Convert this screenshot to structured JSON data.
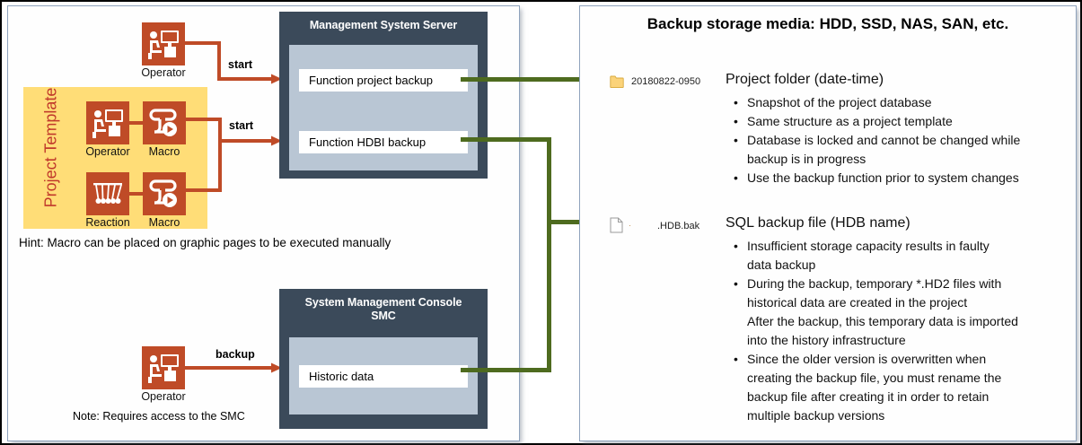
{
  "left_panel": {
    "project_template": {
      "label": "Project Template",
      "tiles": [
        {
          "icon": "operator-icon",
          "caption": "Operator"
        },
        {
          "icon": "macro-icon",
          "caption": "Macro"
        },
        {
          "icon": "reaction-icon",
          "caption": "Reaction"
        },
        {
          "icon": "macro-icon",
          "caption": "Macro"
        }
      ]
    },
    "top_operator": {
      "icon": "operator-icon",
      "caption": "Operator"
    },
    "bottom_operator": {
      "icon": "operator-icon",
      "caption": "Operator"
    },
    "arrow_labels": {
      "start_1": "start",
      "start_2": "start",
      "backup": "backup"
    },
    "hint": "Hint: Macro can be placed on graphic pages to be executed manually",
    "note": "Note: Requires access to the SMC",
    "server": {
      "title": "Management System Server",
      "functions": [
        "Function project backup",
        "Function HDBI backup"
      ]
    },
    "smc": {
      "title_line1": "System Management Console",
      "title_line2": "SMC",
      "functions": [
        "Historic data"
      ]
    }
  },
  "right_panel": {
    "title": "Backup storage media: HDD, SSD, NAS, SAN, etc.",
    "results": [
      {
        "icon": "folder-icon",
        "file_label": "20180822-0950",
        "heading": "Project folder (date-time)",
        "bullets": [
          {
            "text": "Snapshot of the project database",
            "lines": []
          },
          {
            "text": "Same structure as a project template",
            "lines": []
          },
          {
            "text": "Database is locked and cannot be changed while",
            "lines": [
              "backup is in progress"
            ]
          },
          {
            "text": "Use the backup function prior to system changes",
            "lines": []
          }
        ]
      },
      {
        "icon": "document-icon",
        "file_label": ".HDB.bak",
        "heading": "SQL backup file (HDB name)",
        "bullets": [
          {
            "text": "Insufficient storage capacity results in faulty",
            "lines": [
              "data backup"
            ]
          },
          {
            "text": "During the backup, temporary *.HD2 files with",
            "lines": [
              "historical data are created in the project",
              "After the backup, this temporary data is imported",
              "into the history infrastructure"
            ]
          },
          {
            "text": "Since the older version is overwritten when",
            "lines": [
              "creating the backup file, you must rename the",
              "backup file after creating it in order to retain",
              "multiple backup versions"
            ]
          }
        ]
      }
    ]
  },
  "colors": {
    "orange": "#bf4b27",
    "green": "#4e6b1f",
    "slate": "#3b4a5a",
    "panel_inner": "#b9c6d4",
    "template_yellow": "#ffdd77",
    "template_text": "#c0392b",
    "folder_yellow": "#fbd37a"
  }
}
